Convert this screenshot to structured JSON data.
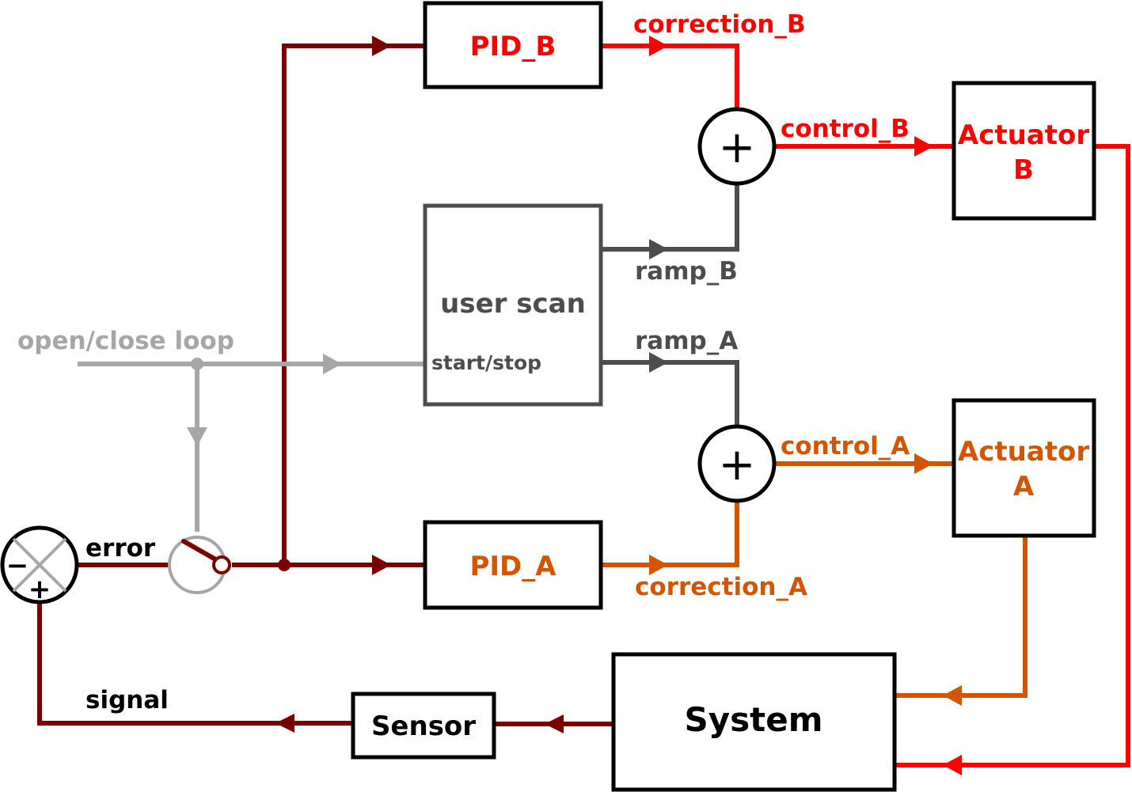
{
  "colors": {
    "dark_red": "#7a0000",
    "red": "#ff0000",
    "orange": "#d45500",
    "dark_gray": "#4d4d4d",
    "light_gray": "#a6a6a6",
    "black": "#000000"
  },
  "blocks": {
    "pid_b": "PID_B",
    "pid_a": "PID_A",
    "user_scan": "user scan",
    "start_stop": "start/stop",
    "actuator_b_line1": "Actuator",
    "actuator_b_line2": "B",
    "actuator_a_line1": "Actuator",
    "actuator_a_line2": "A",
    "system": "System",
    "sensor": "Sensor"
  },
  "signals": {
    "correction_b": "correction_B",
    "control_b": "control_B",
    "ramp_b": "ramp_B",
    "ramp_a": "ramp_A",
    "control_a": "control_A",
    "correction_a": "correction_A",
    "open_close_loop": "open/close loop",
    "error": "error",
    "signal": "signal"
  },
  "symbols": {
    "plus": "+",
    "minus": "−"
  }
}
